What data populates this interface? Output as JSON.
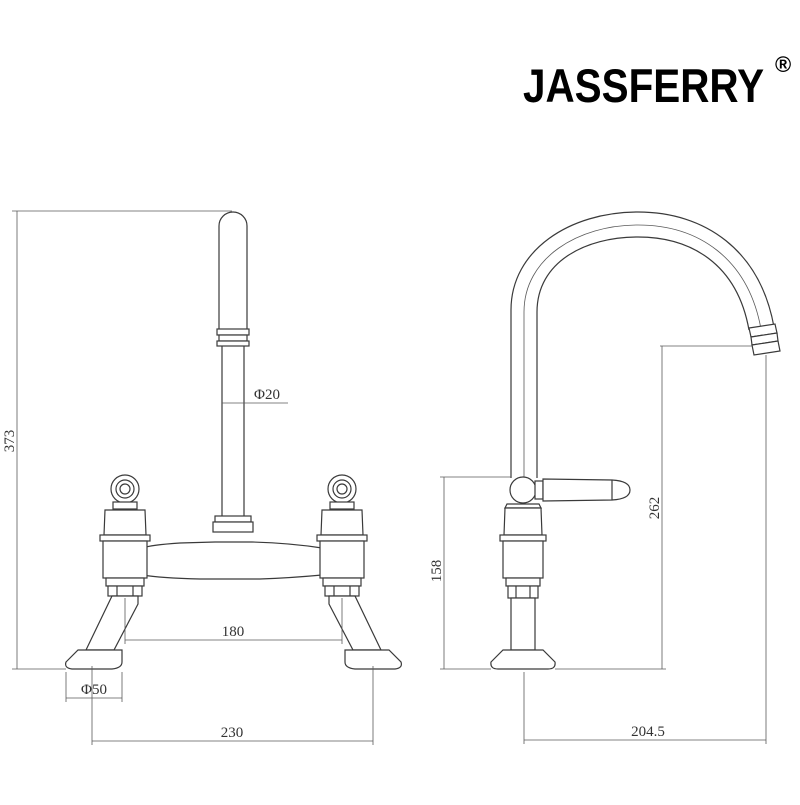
{
  "brand": {
    "name": "JASSFERRY",
    "mark": "®"
  },
  "dimensions": {
    "overall_height": "373",
    "spout_diameter": "Φ20",
    "handle_spacing": "180",
    "base_diameter": "Φ50",
    "overall_width": "230",
    "handle_height": "158",
    "spout_outlet_height": "262",
    "spout_reach": "204.5"
  }
}
